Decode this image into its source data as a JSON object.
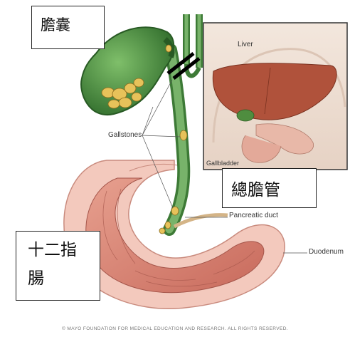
{
  "boxes": {
    "gallbladder_zh": "膽囊",
    "common_bile_duct_zh": "總膽管",
    "duodenum_zh": "十二指腸"
  },
  "labels": {
    "gallstones": "Gallstones",
    "pancreatic_duct": "Pancreatic duct",
    "duodenum": "Duodenum"
  },
  "inset": {
    "liver": "Liver",
    "gallbladder": "Gallbladder"
  },
  "copyright": "© MAYO FOUNDATION FOR MEDICAL EDUCATION AND RESEARCH. ALL RIGHTS RESERVED."
}
